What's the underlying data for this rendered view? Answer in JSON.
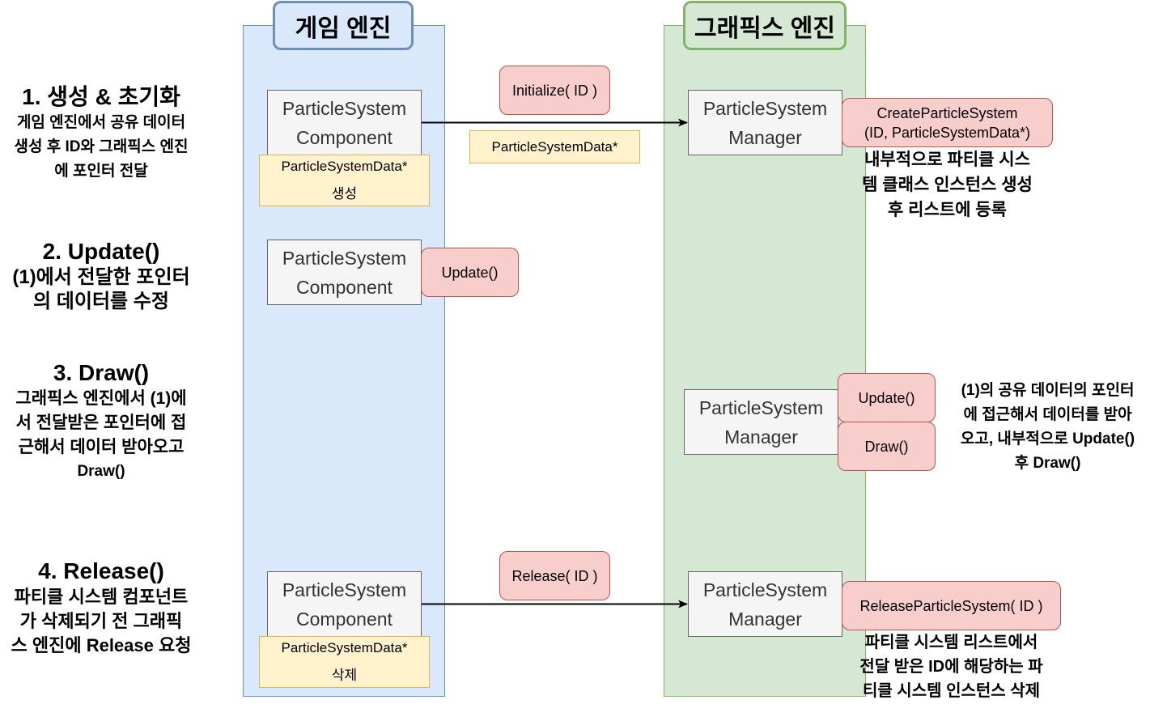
{
  "lanes": {
    "game": {
      "title": "게임 엔진"
    },
    "graphics": {
      "title": "그래픽스 엔진"
    }
  },
  "steps": [
    {
      "heading": "1. 생성 & 초기화",
      "lines": [
        "게임 엔진에서 공유 데이터",
        "생성 후 ID와 그래픽스 엔진",
        "에 포인터 전달"
      ]
    },
    {
      "heading": "2. Update()",
      "lines": [
        "(1)에서 전달한 포인터",
        "의 데이터를 수정"
      ]
    },
    {
      "heading": "3. Draw()",
      "lines": [
        "그래픽스 엔진에서 (1)에",
        "서 전달받은 포인터에 접",
        "근해서 데이터 받아오고",
        "Draw()"
      ]
    },
    {
      "heading": "4. Release()",
      "lines": [
        "파티클 시스템 컴포넌트",
        "가 삭제되기 전 그래픽",
        "스 엔진에 Release 요청"
      ]
    }
  ],
  "boxes": {
    "component_line1": "ParticleSystem",
    "component_line2": "Component",
    "manager_line1": "ParticleSystem",
    "manager_line2": "Manager"
  },
  "notes": {
    "create_line1": "ParticleSystemData*",
    "create_line2": "생성",
    "delete_line1": "ParticleSystemData*",
    "delete_line2": "삭제",
    "passed_data": "ParticleSystemData*"
  },
  "messages": {
    "initialize": "Initialize( ID )",
    "update_component": "Update()",
    "create_line1": "CreateParticleSystem",
    "create_line2": "(ID, ParticleSystemData*)",
    "update_manager": "Update()",
    "draw_manager": "Draw()",
    "release": "Release( ID )",
    "release_system": "ReleaseParticleSystem( ID )"
  },
  "descriptions": {
    "create": [
      "내부적으로 파티클 시스",
      "템 클래스 인스턴스 생성",
      "후 리스트에 등록"
    ],
    "draw": [
      "(1)의 공유 데이터의 포인터",
      "에 접근해서 데이터를 받아",
      "오고, 내부적으로 Update()",
      "후 Draw()"
    ],
    "release": [
      "파티클 시스템 리스트에서",
      "전달 받은 ID에 해당하는 파",
      "티클 시스템 인스턴스 삭제"
    ]
  },
  "colors": {
    "game_lane_fill": "#dae8fc",
    "game_lane_stroke": "#6c8ebf",
    "graphics_lane_fill": "#d5e8d4",
    "graphics_lane_stroke": "#82b366",
    "component_fill": "#f5f5f5",
    "note_fill": "#fff2cc",
    "message_fill": "#f8cecc"
  }
}
